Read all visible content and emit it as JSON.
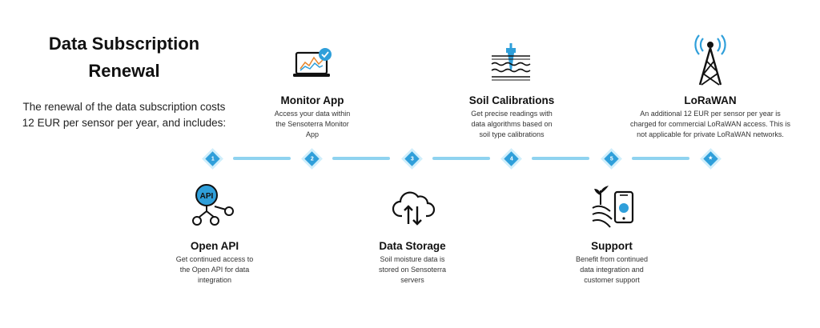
{
  "header": {
    "title_line1": "Data Subscription",
    "title_line2": "Renewal",
    "intro_line1": "The renewal of the data subscription costs",
    "intro_line2": "12 EUR per sensor per year, and includes:"
  },
  "timeline": {
    "markers": [
      "1",
      "2",
      "3",
      "4",
      "5",
      "★"
    ],
    "connector_color": "#8fd3f0",
    "marker_color": "#2f9fda"
  },
  "steps": [
    {
      "icon": "api-network-icon",
      "title": "Open API",
      "desc_lines": [
        "Get continued access to",
        "the Open API for data",
        "integration"
      ]
    },
    {
      "icon": "laptop-chart-icon",
      "title": "Monitor App",
      "desc_lines": [
        "Access your data within",
        "the Sensoterra Monitor",
        "App"
      ]
    },
    {
      "icon": "cloud-transfer-icon",
      "title": "Data Storage",
      "desc_lines": [
        "Soil moisture data is",
        "stored on Sensoterra",
        "servers"
      ]
    },
    {
      "icon": "soil-probe-icon",
      "title": "Soil Calibrations",
      "desc_lines": [
        "Get precise readings with",
        "data algorithms based on",
        "soil type calibrations"
      ]
    },
    {
      "icon": "field-phone-icon",
      "title": "Support",
      "desc_lines": [
        "Benefit from continued",
        "data integration and",
        "customer support"
      ]
    },
    {
      "icon": "radio-tower-icon",
      "title": "LoRaWAN",
      "desc_lines": [
        "An additional 12 EUR per sensor per year is",
        "charged for commercial LoRaWAN access. This is",
        "not applicable for private LoRaWAN networks."
      ]
    }
  ]
}
